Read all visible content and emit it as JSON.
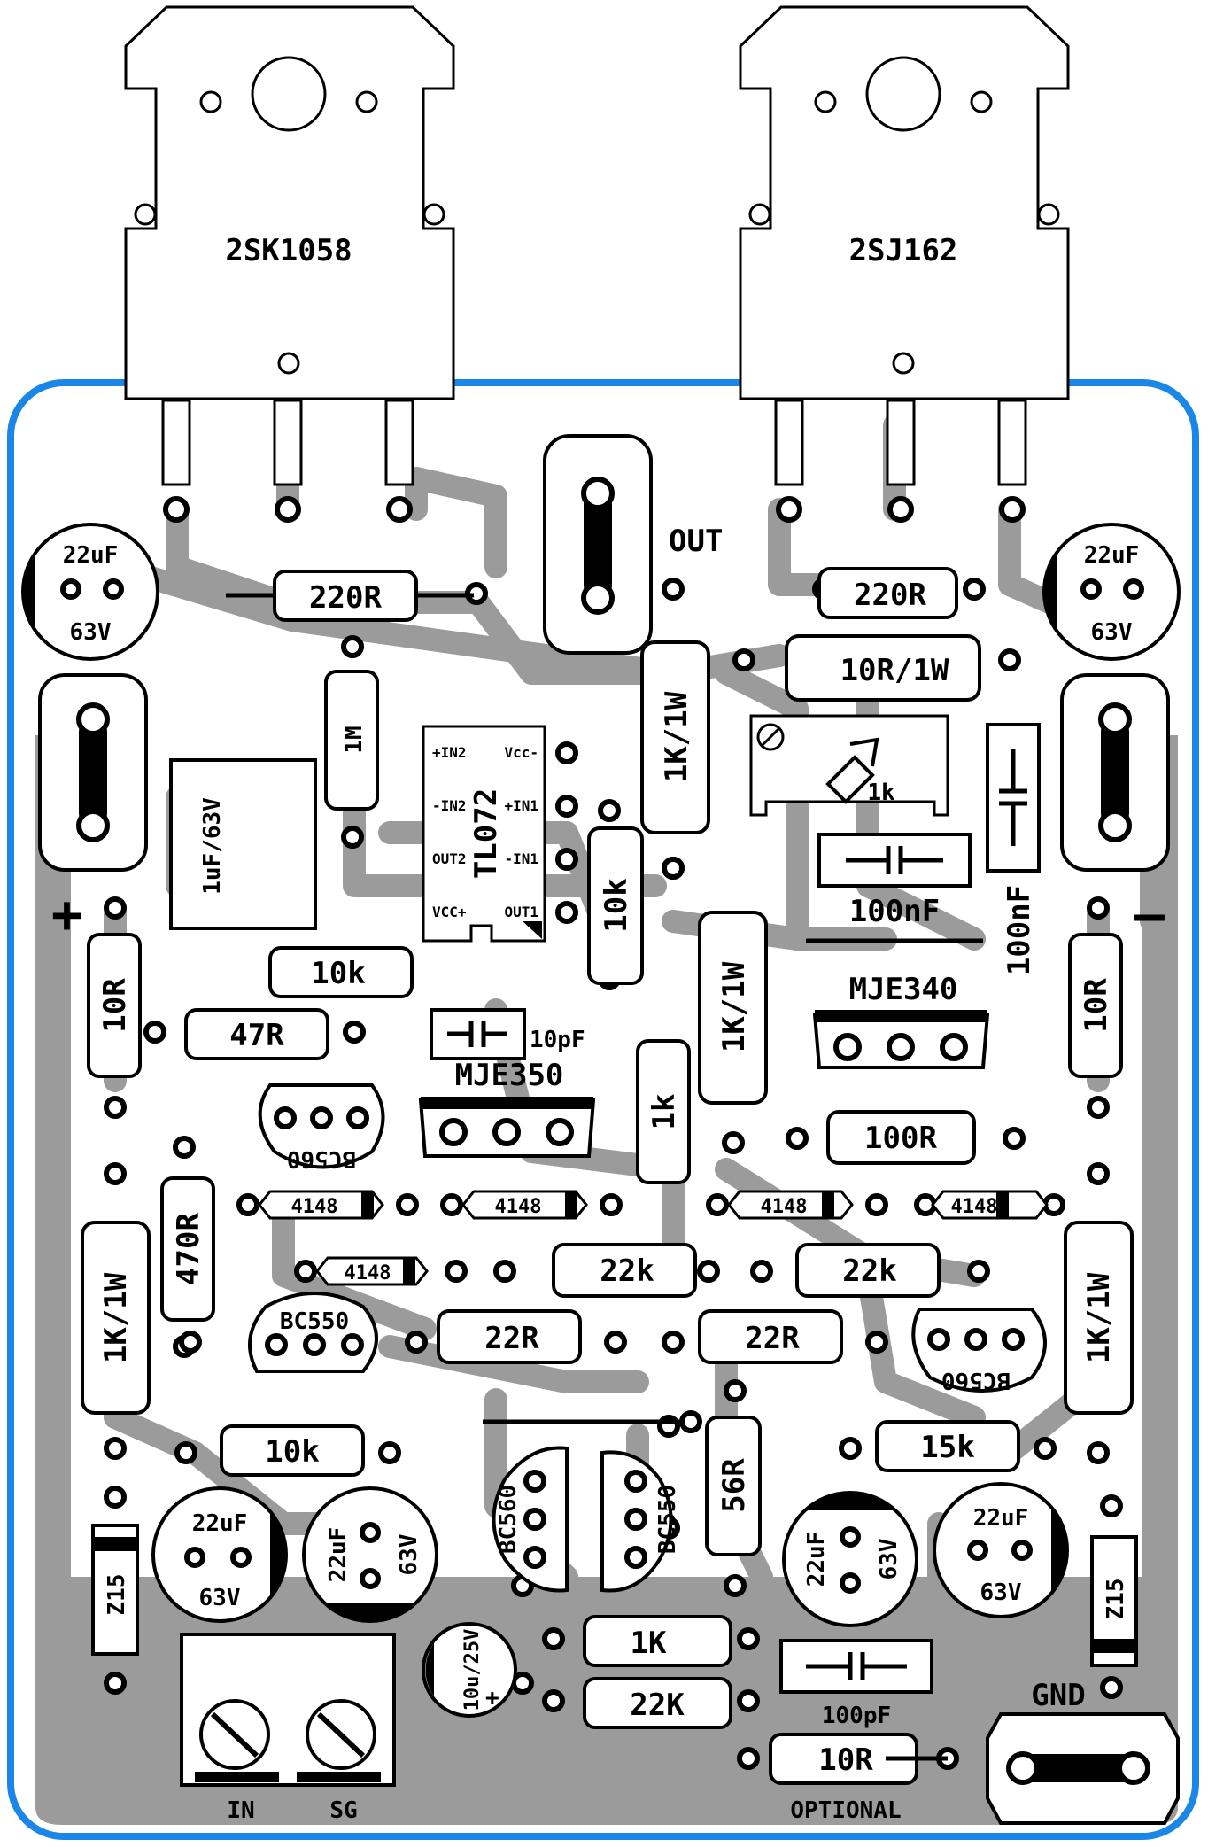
{
  "colors": {
    "board_border": "#1a86e8",
    "copper": "#9b9b9b",
    "ink": "#000000",
    "paper": "#ffffff"
  },
  "transistors": {
    "left": "2SK1058",
    "right": "2SJ162"
  },
  "labels": {
    "out": "OUT",
    "gnd": "GND",
    "in": "IN",
    "sg": "SG",
    "optional": "OPTIONAL",
    "plus": "+",
    "minus": "–"
  },
  "ic": {
    "name": "TL072",
    "pins_left": [
      "+IN2",
      "-IN2",
      "OUT2",
      "VCC+"
    ],
    "pins_right": [
      "Vcc-",
      "+IN1",
      "-IN1",
      "OUT1"
    ]
  },
  "resistors": [
    {
      "id": "r220-left",
      "value": "220R"
    },
    {
      "id": "r220-right",
      "value": "220R"
    },
    {
      "id": "r10r-1w",
      "value": "10R/1W"
    },
    {
      "id": "r1m",
      "value": "1M"
    },
    {
      "id": "r1k1w-center",
      "value": "1K/1W"
    },
    {
      "id": "r10k-vertical",
      "value": "10k"
    },
    {
      "id": "r10k-horizontal",
      "value": "10k"
    },
    {
      "id": "r1k1w-center2",
      "value": "1K/1W"
    },
    {
      "id": "r10r-left",
      "value": "10R"
    },
    {
      "id": "r10r-right",
      "value": "10R"
    },
    {
      "id": "r47r",
      "value": "47R"
    },
    {
      "id": "r1k-small",
      "value": "1k"
    },
    {
      "id": "r100r",
      "value": "100R"
    },
    {
      "id": "r470r",
      "value": "470R"
    },
    {
      "id": "r1k1w-left",
      "value": "1K/1W"
    },
    {
      "id": "r1k1w-right",
      "value": "1K/1W"
    },
    {
      "id": "r22k-left",
      "value": "22k"
    },
    {
      "id": "r22k-right",
      "value": "22k"
    },
    {
      "id": "r22r-left",
      "value": "22R"
    },
    {
      "id": "r22r-right",
      "value": "22R"
    },
    {
      "id": "r10k-lower",
      "value": "10k"
    },
    {
      "id": "r15k",
      "value": "15k"
    },
    {
      "id": "r56r",
      "value": "56R"
    },
    {
      "id": "r1k-bottom",
      "value": "1K"
    },
    {
      "id": "r22k-bottom",
      "value": "22K"
    },
    {
      "id": "r10r-bottom",
      "value": "10R"
    }
  ],
  "capacitors": [
    {
      "id": "c22u-top-left",
      "value": "22uF",
      "voltage": "63V"
    },
    {
      "id": "c22u-top-right",
      "value": "22uF",
      "voltage": "63V"
    },
    {
      "id": "c1u",
      "value": "1uF/63V"
    },
    {
      "id": "c10p",
      "value": "10pF"
    },
    {
      "id": "c100n-h",
      "value": "100nF"
    },
    {
      "id": "c100n-v",
      "value": "100nF"
    },
    {
      "id": "c22u-bl1",
      "value": "22uF",
      "voltage": "63V"
    },
    {
      "id": "c22u-bl2",
      "value": "22uF",
      "voltage": "63V"
    },
    {
      "id": "c22u-br1",
      "value": "22uF",
      "voltage": "63V"
    },
    {
      "id": "c22u-br2",
      "value": "22uF",
      "voltage": "63V"
    },
    {
      "id": "c10u",
      "value": "10u/25V"
    },
    {
      "id": "c100p",
      "value": "100pF"
    }
  ],
  "semis": {
    "trim": "1k",
    "mje340": "MJE340",
    "mje350": "MJE350",
    "bc560_a": "BC560",
    "bc550_a": "BC550",
    "bc560_b": "BC560",
    "bc560_c": "BC560",
    "bc550_b": "BC550",
    "diode": "4148",
    "zener_l": "Z15",
    "zener_r": "Z15"
  }
}
